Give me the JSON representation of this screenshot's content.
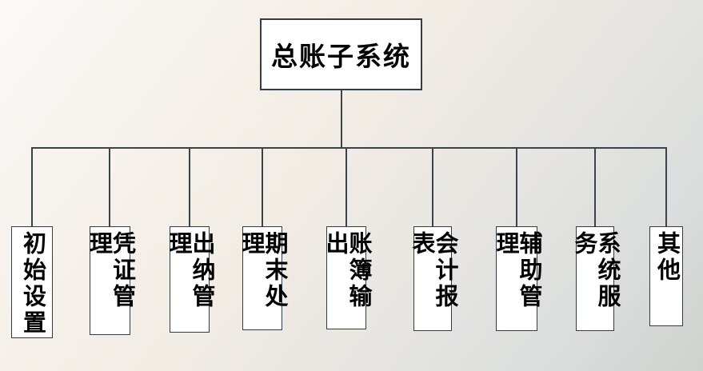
{
  "diagram": {
    "type": "org-chart-tree",
    "root": {
      "label": "总账子系统"
    },
    "children": [
      {
        "label": "初始设置"
      },
      {
        "label": "凭证管理"
      },
      {
        "label": "出纳管理"
      },
      {
        "label": "期末处理"
      },
      {
        "label": "账簿输出"
      },
      {
        "label": "会计报表"
      },
      {
        "label": "辅助管理"
      },
      {
        "label": "系统服务"
      },
      {
        "label": "其他"
      }
    ],
    "colors": {
      "node_fill": "#ffffff",
      "node_border": "#333b44",
      "connector": "#3a424b",
      "text": "#000000",
      "background_top_left": "#fbfaf8",
      "background_left_beige": "#f1ece4",
      "background_bottom_right": "#cfd2ce"
    }
  }
}
